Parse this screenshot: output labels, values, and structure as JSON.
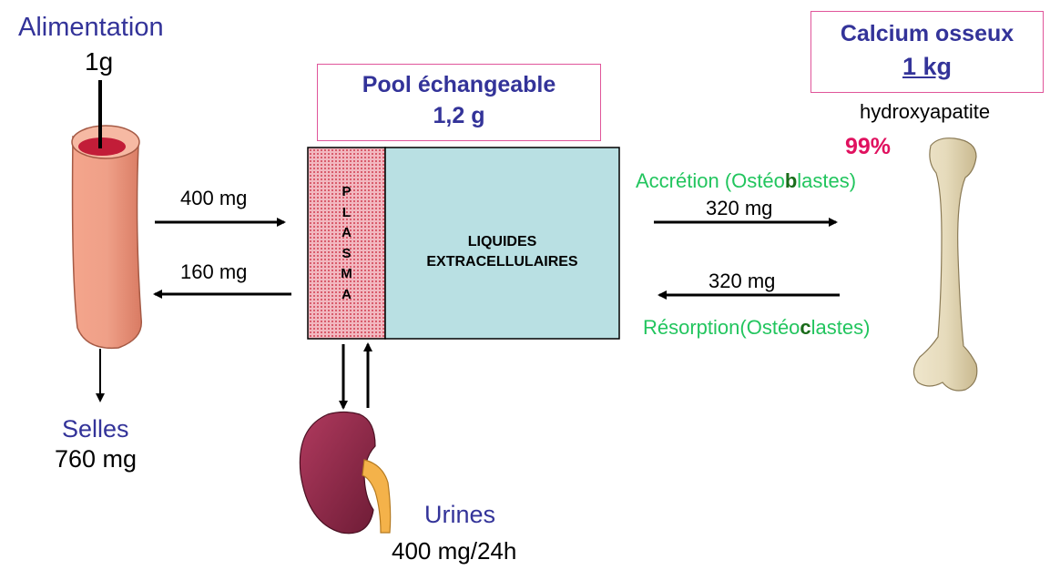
{
  "intake": {
    "label": "Alimentation",
    "amount": "1g"
  },
  "feces": {
    "label": "Selles",
    "amount": "760 mg"
  },
  "pool": {
    "title": "Pool échangeable",
    "amount": "1,2 g"
  },
  "plasma_letters": [
    "P",
    "L",
    "A",
    "S",
    "M",
    "A"
  ],
  "ecf": {
    "line1": "LIQUIDES",
    "line2": "EXTRACELLULAIRES"
  },
  "gut_flows": {
    "absorption": "400 mg",
    "secretion": "160 mg"
  },
  "urine": {
    "label": "Urines",
    "amount": "400 mg/24h"
  },
  "bone": {
    "title": "Calcium osseux",
    "amount": "1 kg",
    "form": "hydroxyapatite",
    "percent": "99%",
    "accretion": {
      "prefix": "Accrétion (Ostéo",
      "bold": "b",
      "suffix": "lastes)",
      "amount": "320 mg"
    },
    "resorption": {
      "prefix": "Résorption(Ostéo",
      "bold": "c",
      "suffix": "lastes)",
      "amount": "320 mg"
    }
  },
  "colors": {
    "title": "#333399",
    "flow_label": "#22c55e",
    "percent": "#e0115f",
    "box_border": "#e0559a",
    "ecf_fill": "#b9e0e3",
    "plasma_fill": "#f0b7c0"
  }
}
